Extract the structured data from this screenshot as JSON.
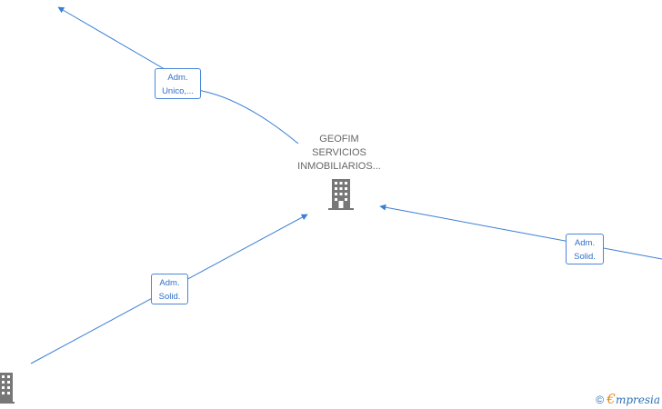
{
  "center_node": {
    "name_lines": [
      "GEOFIM",
      "SERVICIOS",
      "INMOBILIARIOS..."
    ],
    "icon": "building-icon"
  },
  "edges": [
    {
      "label_lines": [
        "Adm.",
        "Unico,..."
      ]
    },
    {
      "label_lines": [
        "Adm.",
        "Solid."
      ]
    },
    {
      "label_lines": [
        "Adm.",
        "Solid."
      ]
    }
  ],
  "footer": {
    "copyright": "©",
    "brand_e": "€",
    "brand_rest": "mpresia"
  },
  "colors": {
    "edge": "#3a7fd5",
    "icon": "#777777",
    "brand_orange": "#e08a1e"
  }
}
